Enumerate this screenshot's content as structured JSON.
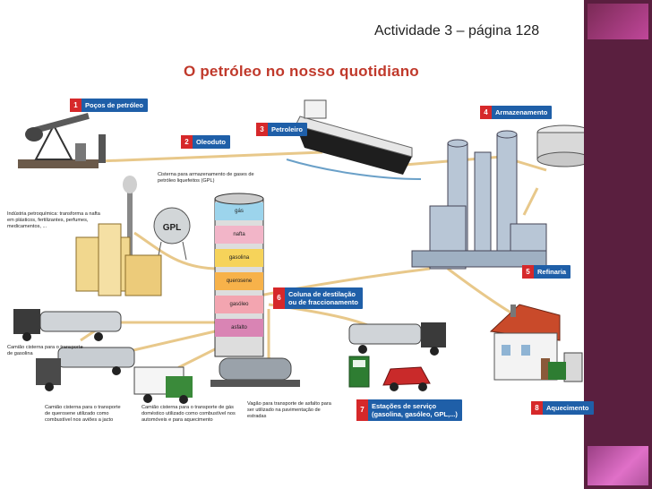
{
  "slide": {
    "heading": "Actividade 3 – página 128",
    "title": "O petróleo no nosso quotidiano"
  },
  "callouts": [
    {
      "num": "1",
      "label": "Poços de petróleo"
    },
    {
      "num": "2",
      "label": "Oleoduto"
    },
    {
      "num": "3",
      "label": "Petroleiro"
    },
    {
      "num": "4",
      "label": "Armazenamento"
    },
    {
      "num": "5",
      "label": "Refinaria"
    },
    {
      "num": "6",
      "label_line1": "Coluna de destilação",
      "label_line2": "ou de fraccionamento"
    },
    {
      "num": "7",
      "label_line1": "Estações de serviço",
      "label_line2": "(gasolina, gasóleo, GPL,...)"
    },
    {
      "num": "8",
      "label": "Aquecimento"
    }
  ],
  "notes": {
    "gpl_tank": "Cisterna para armazenamento de gases de petróleo liquefeitos (GPL)",
    "petrochem": "Indústria petroquímica: transforma a nafta em plásticos, fertilizantes, perfumes, medicamentos, ...",
    "gasoline_truck": "Camião cisterna para o transporte de gasolina",
    "kerosene_truck": "Camião cisterna para o transporte de querosene utilizado como combustível nos aviões a jacto",
    "gas_truck": "Camião cisterna para o transporte de gás doméstico utilizado como combustível nos automóveis e para aquecimento",
    "asphalt_wagon": "Vagão para transporte de asfalto para ser utilizado na pavimentação de estradas"
  },
  "tank_label": "GPL",
  "column_tiers": [
    "gás",
    "nafta",
    "gasolina",
    "querosene",
    "gasóleo",
    "asfalto"
  ],
  "colors": {
    "accent_band": "#5a1f3f",
    "callout_blue": "#1f5fa8",
    "callout_red": "#d6282a",
    "title_red": "#c0392b"
  }
}
